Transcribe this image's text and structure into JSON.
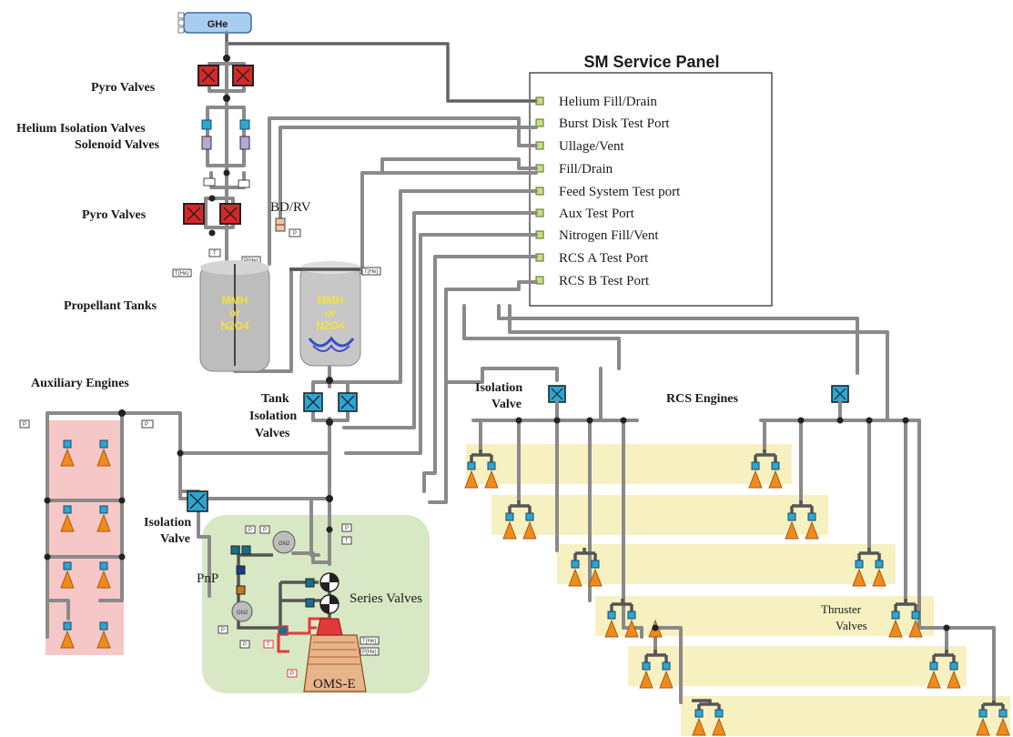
{
  "title": "SM Service Panel",
  "gas_source": "GHe",
  "service_ports": [
    "Helium  Fill/Drain",
    "Burst Disk Test Port",
    "Ullage/Vent",
    "Fill/Drain",
    "Feed System Test port",
    "Aux  Test Port",
    "Nitrogen Fill/Vent",
    "RCS A  Test Port",
    "RCS B  Test Port"
  ],
  "labels": {
    "pyro_valves_top": "Pyro Valves",
    "helium_isolation": "Helium Isolation Valves",
    "solenoid": "Solenoid Valves",
    "pyro_valves_bottom": "Pyro Valves",
    "bdrv": "BD/RV",
    "propellant_tanks": "Propellant Tanks",
    "auxiliary_engines": "Auxiliary Engines",
    "tank_isolation_1": "Tank",
    "tank_isolation_2": "Isolation",
    "tank_isolation_3": "Valves",
    "isolation_valve_left_1": "Isolation",
    "isolation_valve_left_2": "Valve",
    "isolation_valve_rcs_1": "Isolation",
    "isolation_valve_rcs_2": "Valve",
    "rcs_engines": "RCS Engines",
    "pnp": "PnP",
    "series_valves": "Series Valves",
    "oms_e": "OMS-E",
    "thruster_valves_1": "Thruster",
    "thruster_valves_2": "Valves"
  },
  "tanks": [
    {
      "line1": "MMH",
      "line2": "or",
      "line3": "N2O4"
    },
    {
      "line1": "MMH",
      "line2": "or",
      "line3": "N2O4"
    }
  ],
  "tags": {
    "p": "P",
    "t": "T",
    "pdiff": "P(He)",
    "tdiff": "T(He)",
    "gn2": "GN2"
  },
  "colors": {
    "pipe": "#8a8a8a",
    "pyro_valve": "#d62828",
    "isolation_valve": "#2aa7d6",
    "aux_zone": "#f6c7c7",
    "oms_zone": "#d9e8c4",
    "rcs_zone": "#f7f1c1",
    "thruster_nozzle": "#f08a1c",
    "tank": "#bdbdbd"
  }
}
